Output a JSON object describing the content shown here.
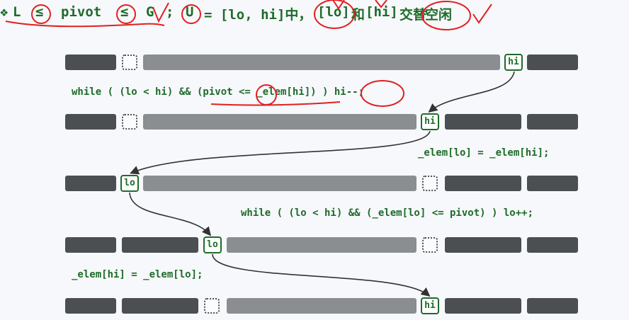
{
  "header": {
    "bullet": "❖",
    "L": "L",
    "leq1": "≤",
    "pivot": "pivot",
    "leq2": "≤",
    "G": "G",
    "semicolon": ";",
    "U": "U",
    "eq_range": "= [lo, hi]中，",
    "lo_box": "[lo]",
    "and": "和",
    "hi_box": "[hi]",
    "alternate": "交替",
    "empty": "空闲"
  },
  "code": {
    "line1": "while ( (lo < hi) && (pivot <= _elem[hi]) ) hi--;",
    "line2": "_elem[lo] = _elem[hi];",
    "line3": "while ( (lo < hi) && (_elem[lo] <= pivot) ) lo++;",
    "line4": "_elem[hi] = _elem[lo];"
  },
  "pointers": {
    "hi": "hi",
    "lo": "lo"
  },
  "colors": {
    "code_green": "#1f6b2a",
    "annotation_red": "#e02020",
    "dark_segment": "#4b4f52",
    "mid_segment": "#8b8e90"
  }
}
